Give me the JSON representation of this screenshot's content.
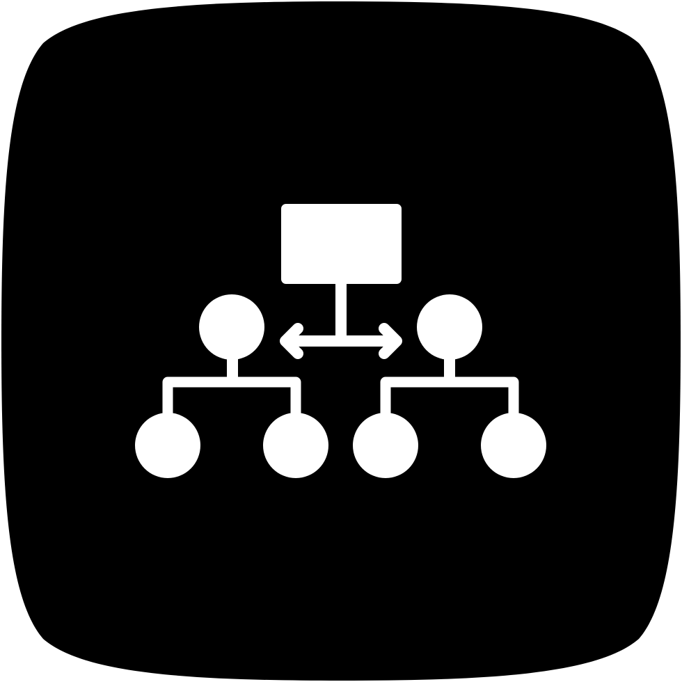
{
  "icon": {
    "name": "hierarchy-structure-icon",
    "background_shape": "squircle",
    "colors": {
      "page_background": "#ffffff",
      "tile": "#000000",
      "glyph": "#ffffff"
    },
    "elements": {
      "root": "rounded-rectangle",
      "connector": "double-headed-horizontal-arrow",
      "level_2_nodes": 2,
      "level_3_nodes": 4
    }
  }
}
